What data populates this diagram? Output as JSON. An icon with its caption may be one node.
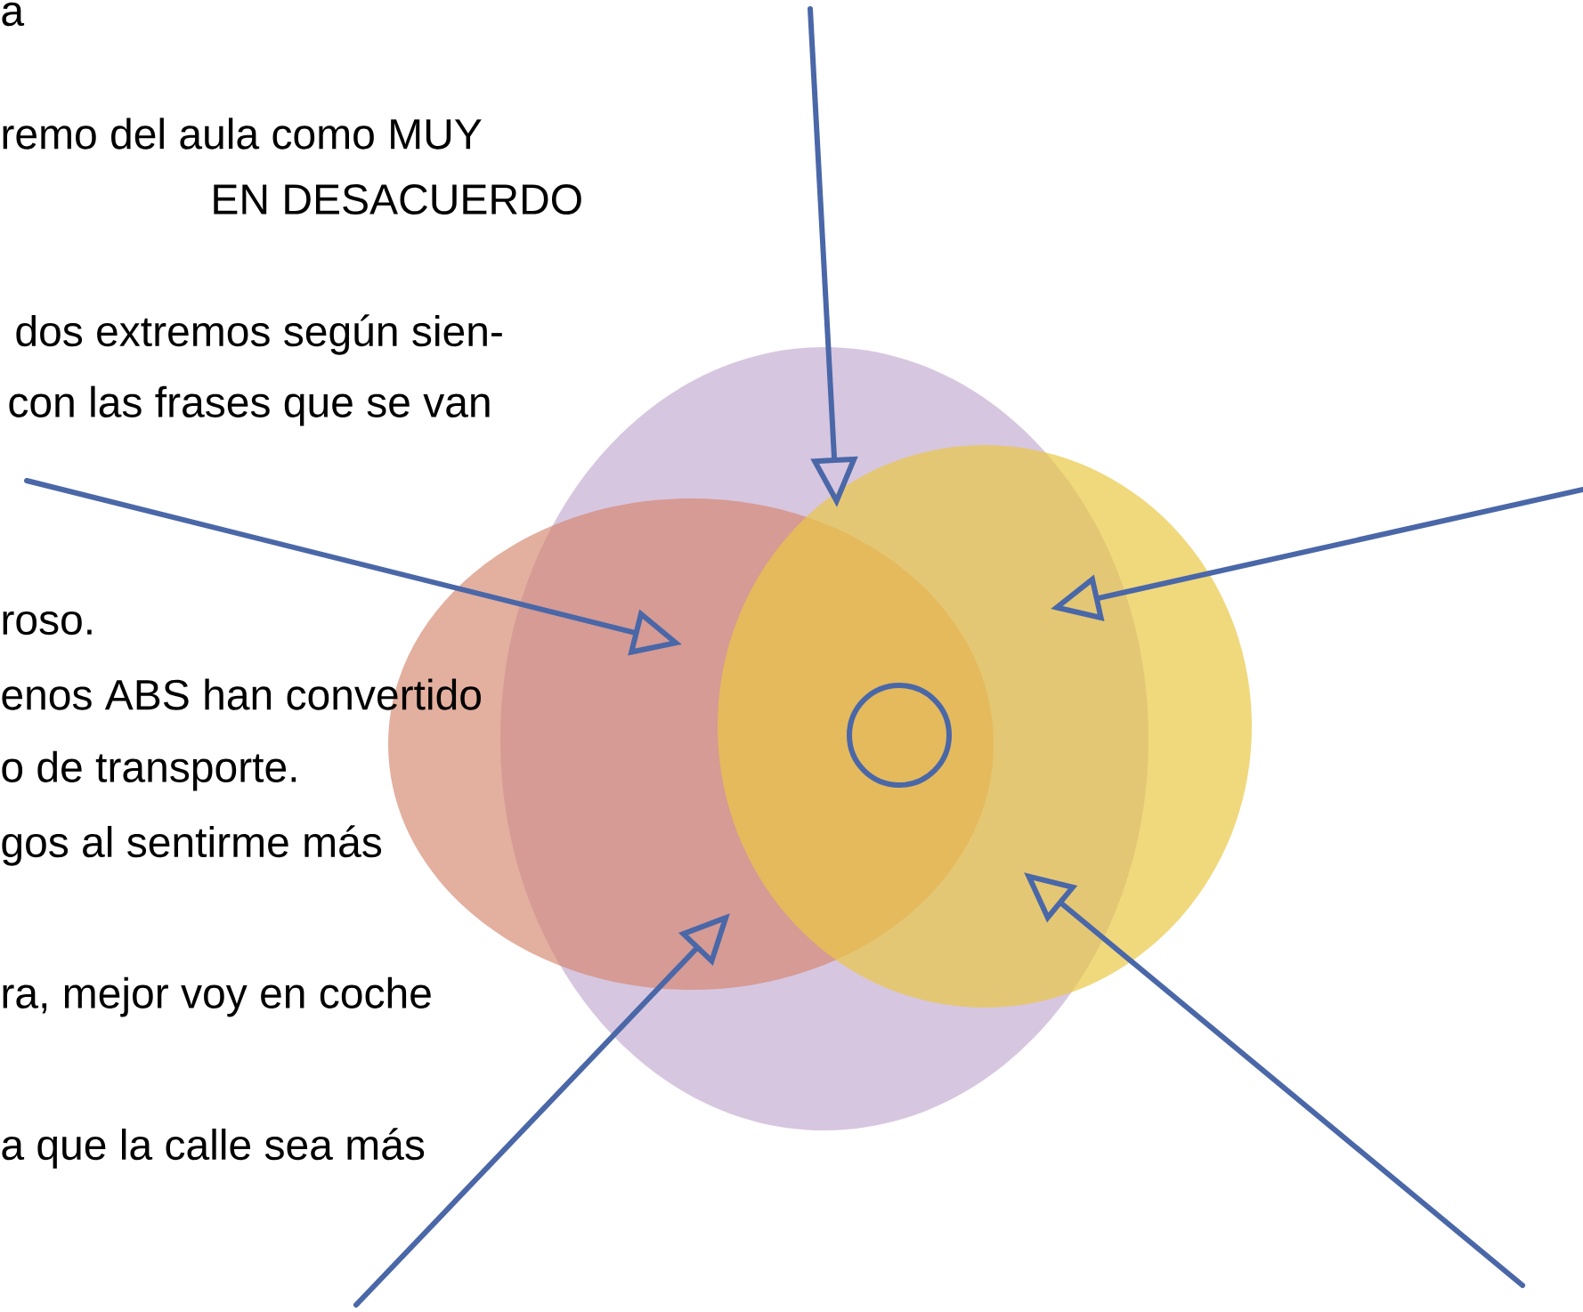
{
  "diagram": {
    "nodes": [
      {
        "text": [],
        "shape": "ellipse"
      },
      {
        "text": [],
        "shape": "ellipse"
      },
      {
        "text": [],
        "shape": "ellipse"
      },
      {
        "text": [],
        "shape": "circle"
      }
    ],
    "edges": [
      {
        "from": null,
        "to": 0,
        "arrow": "to"
      },
      {
        "from": null,
        "to": 1,
        "arrow": "to"
      },
      {
        "from": null,
        "to": 2,
        "arrow": "to"
      },
      {
        "from": null,
        "to": 1,
        "arrow": "to"
      },
      {
        "from": null,
        "to": 2,
        "arrow": "to"
      }
    ],
    "labels": [
      "a",
      "remo del aula como MUY",
      "EN DESACUERDO",
      "dos extremos según sien-",
      "con las frases que se van",
      "roso.",
      "enos ABS han convertido",
      "o de transporte.",
      "gos al sentirme más",
      "ra, mejor voy en coche",
      "a que la calle sea más"
    ]
  }
}
